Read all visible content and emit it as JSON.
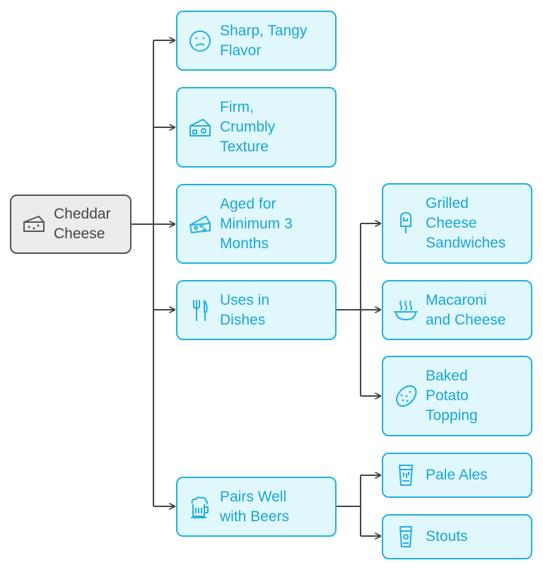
{
  "colors": {
    "accent": "#22b0dd",
    "child_fill": "#e0f7fc",
    "root_fill": "#ececec",
    "root_border": "#555555",
    "connector": "#444444"
  },
  "root": {
    "label": "Cheddar\nCheese",
    "icon": "cheese-icon"
  },
  "branches": [
    {
      "label": "Sharp, Tangy\nFlavor",
      "icon": "confused-face-icon"
    },
    {
      "label": "Firm,\nCrumbly\nTexture",
      "icon": "cheese-block-icon"
    },
    {
      "label": "Aged for\nMinimum 3\nMonths",
      "icon": "cheese-wedge-icon"
    },
    {
      "label": "Uses in\nDishes",
      "icon": "fork-knife-icon",
      "children": [
        {
          "label": "Grilled\nCheese\nSandwiches",
          "icon": "popsicle-icon"
        },
        {
          "label": "Macaroni\nand Cheese",
          "icon": "soup-bowl-icon"
        },
        {
          "label": "Baked\nPotato\nTopping",
          "icon": "potato-icon"
        }
      ]
    },
    {
      "label": "Pairs Well\nwith Beers",
      "icon": "beer-mug-icon",
      "children": [
        {
          "label": "Pale Ales",
          "icon": "pint-glass-icon"
        },
        {
          "label": "Stouts",
          "icon": "stout-glass-icon"
        }
      ]
    }
  ]
}
